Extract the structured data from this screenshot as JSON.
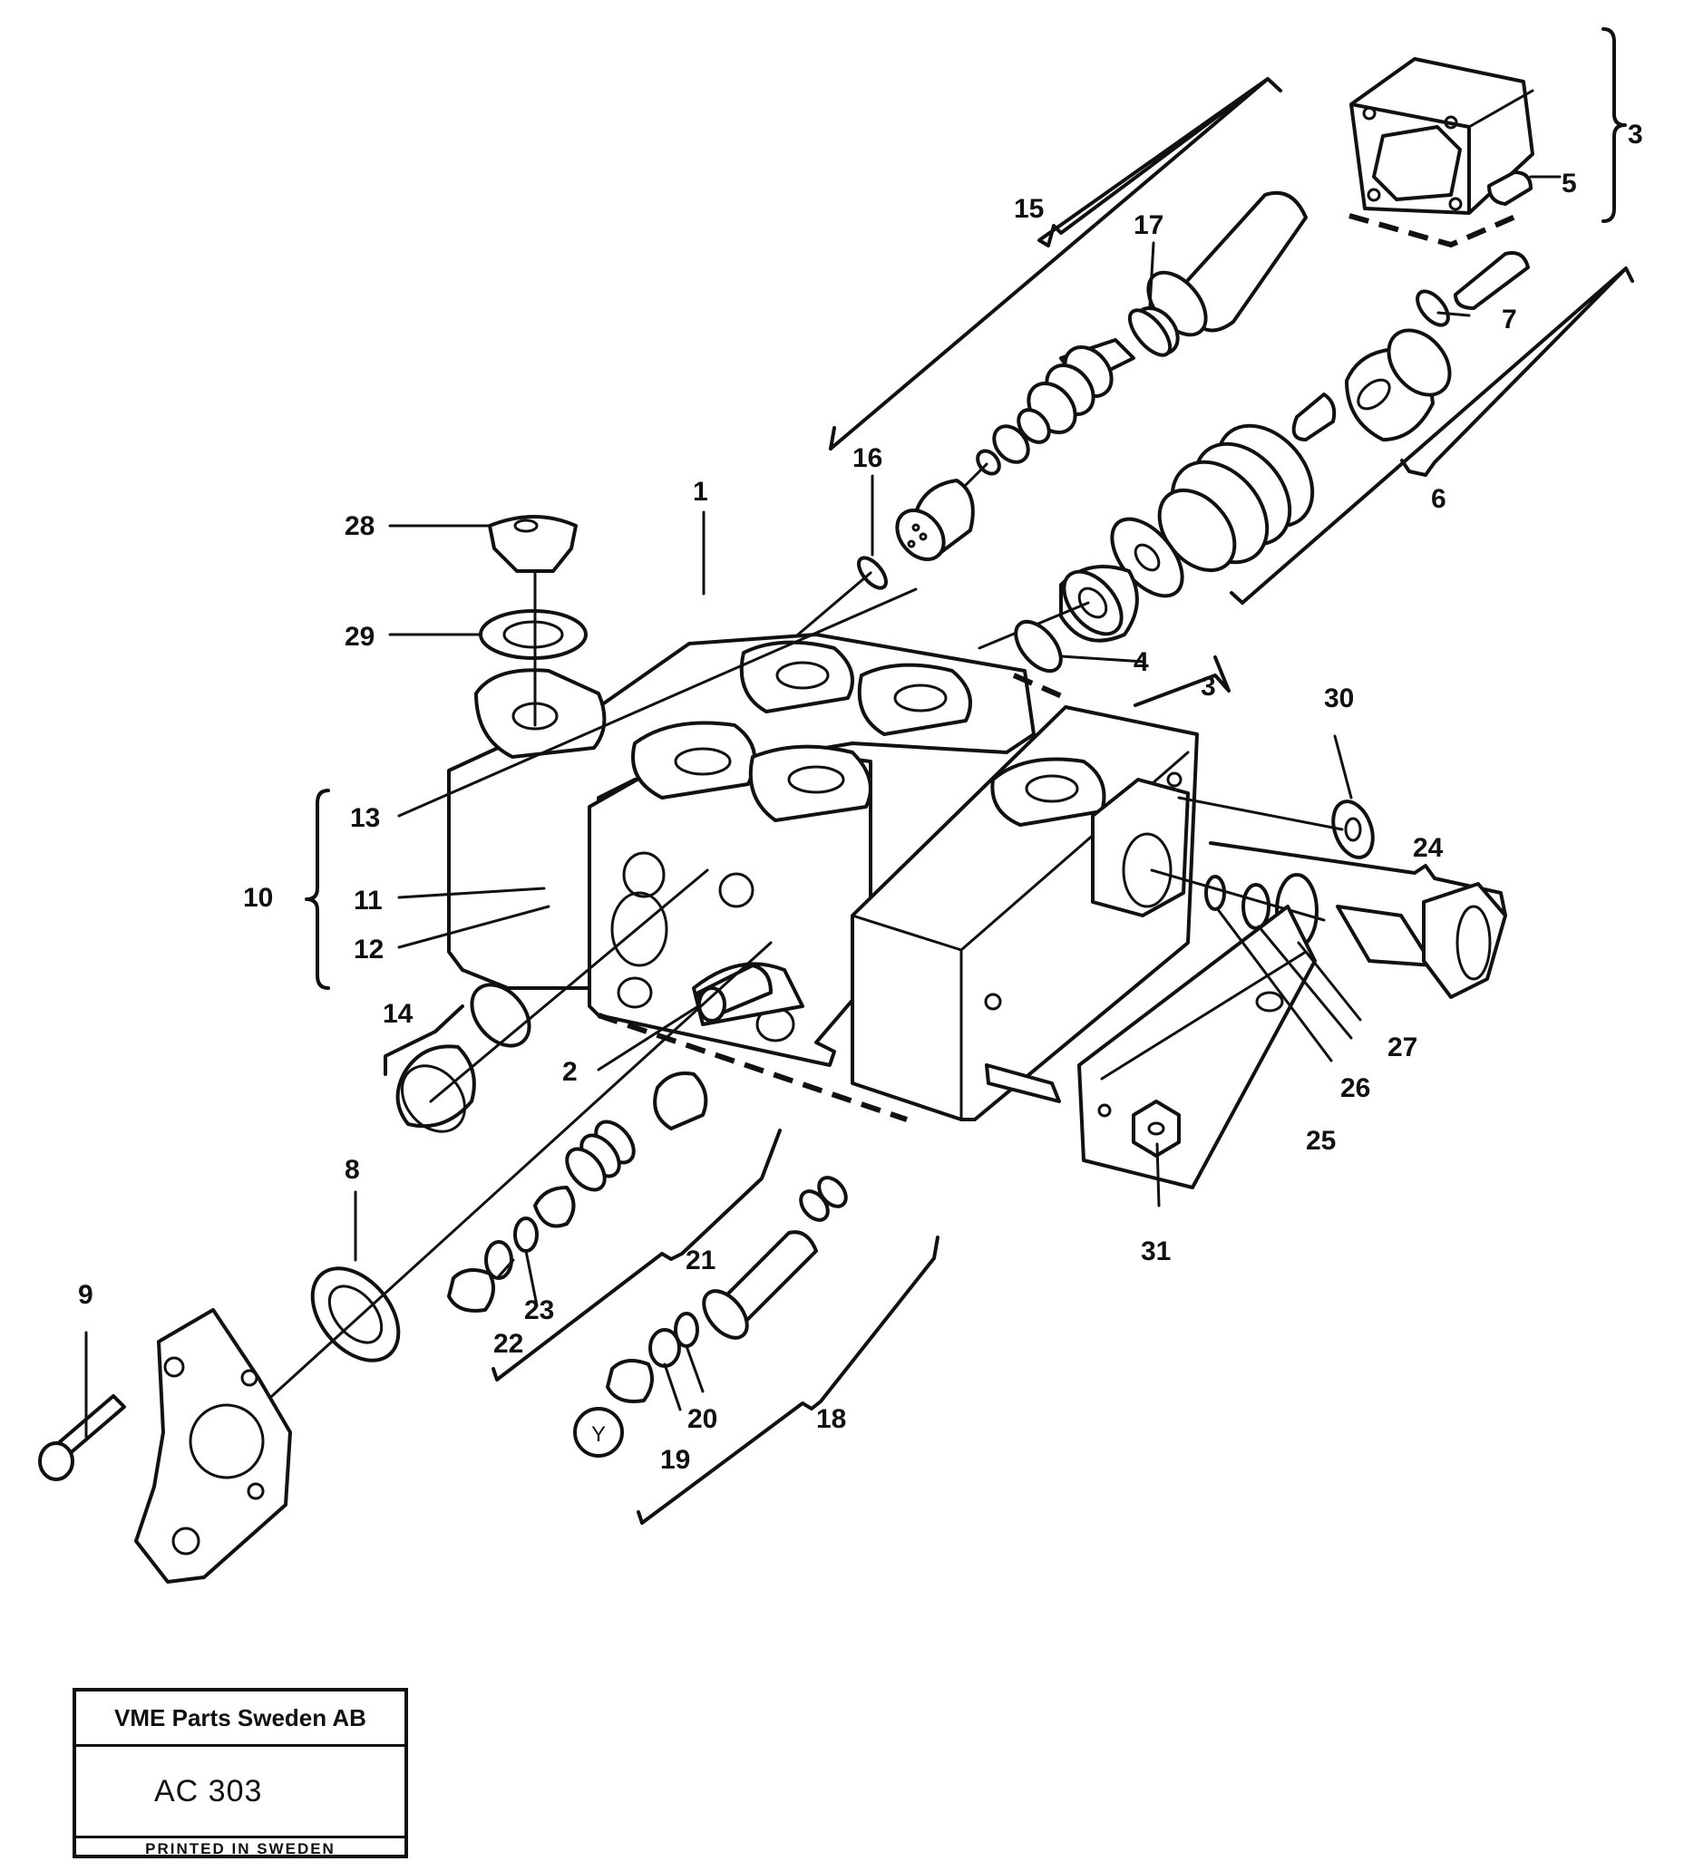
{
  "labels": {
    "l1": "1",
    "l2": "2",
    "l3a": "3",
    "l3b": "3",
    "l4": "4",
    "l5": "5",
    "l6": "6",
    "l7": "7",
    "l8": "8",
    "l9": "9",
    "l10": "10",
    "l11": "11",
    "l12": "12",
    "l13": "13",
    "l14": "14",
    "l15": "15",
    "l16": "16",
    "l17": "17",
    "l18": "18",
    "l19": "19",
    "l20": "20",
    "l21": "21",
    "l22": "22",
    "l23": "23",
    "l24": "24",
    "l25": "25",
    "l26": "26",
    "l27": "27",
    "l28": "28",
    "l29": "29",
    "l30": "30",
    "l31": "31"
  },
  "part_marking": "Y",
  "title_block": {
    "company": "VME Parts Sweden AB",
    "code": "AC 303",
    "printed": "PRINTED IN SWEDEN"
  }
}
